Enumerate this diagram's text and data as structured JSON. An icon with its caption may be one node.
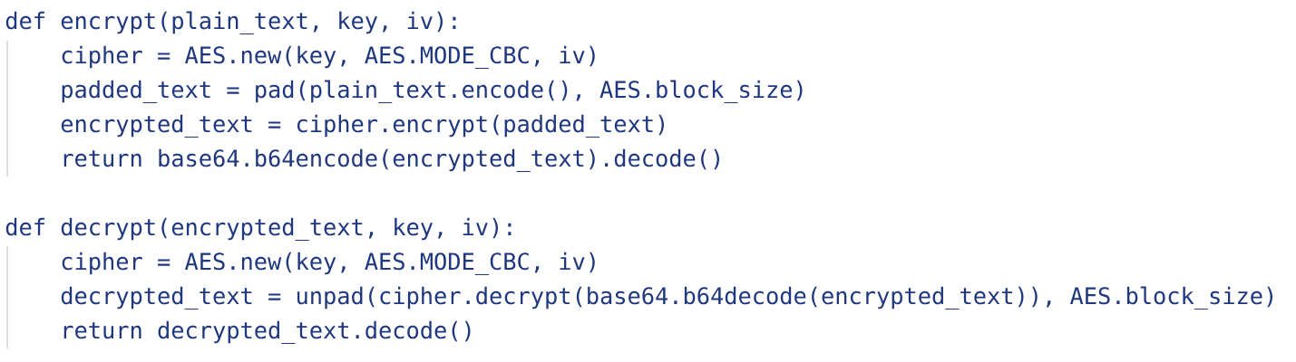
{
  "diagram": {
    "labels": [
      "def encrypt(plain_text, key, iv):",
      "cipher = AES.new(key, AES.MODE_CBC, iv)",
      "padded_text = pad(plain_text.encode(), AES.block_size)",
      "encrypted_text = cipher.encrypt(padded_text)",
      "return base64.b64encode(encrypted_text).decode()",
      "def decrypt(encrypted_text, key, iv):",
      "cipher = AES.new(key, AES.MODE_CBC, iv)",
      "decrypted_text = unpad(cipher.decrypt(base64.b64decode(encrypted_text)), AES.block_size)",
      "return decrypted_text.decode()"
    ]
  }
}
